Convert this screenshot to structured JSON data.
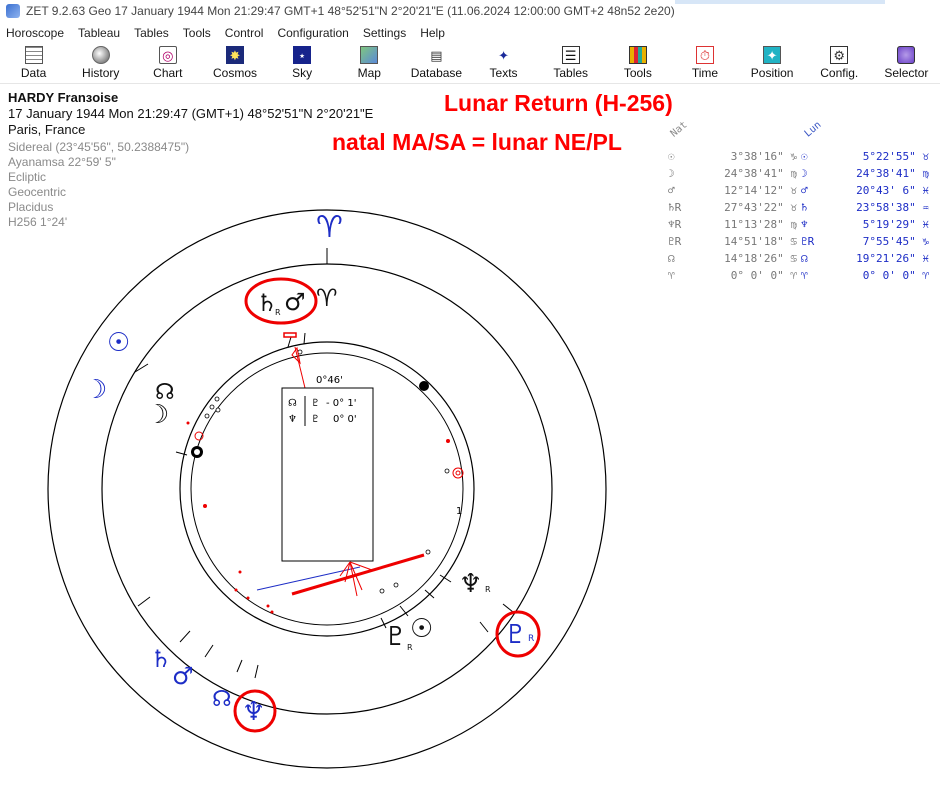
{
  "window": {
    "title": "ZET 9.2.63 Geo    17 January 1944  Mon  21:29:47 GMT+1 48°52'51\"N  2°20'21\"E  (11.06.2024  12:00:00 GMT+2 48n52 2e20)"
  },
  "menu": [
    "Horoscope",
    "Tableau",
    "Tables",
    "Tools",
    "Control",
    "Configuration",
    "Settings",
    "Help"
  ],
  "toolbar": [
    {
      "label": "Data",
      "icon": "data-grid-icon"
    },
    {
      "label": "History",
      "icon": "history-icon"
    },
    {
      "label": "Chart",
      "icon": "chart-wheel-icon"
    },
    {
      "label": "Cosmos",
      "icon": "cosmos-icon"
    },
    {
      "label": "Sky",
      "icon": "sky-icon"
    },
    {
      "label": "Map",
      "icon": "map-icon"
    },
    {
      "label": "Database",
      "icon": "database-icon"
    },
    {
      "label": "Texts",
      "icon": "texts-icon"
    },
    {
      "label": "Tables",
      "icon": "tables-icon"
    },
    {
      "label": "Tools",
      "icon": "tools-icon"
    },
    {
      "label": "Time",
      "icon": "time-icon"
    },
    {
      "label": "Position",
      "icon": "position-icon"
    },
    {
      "label": "Config.",
      "icon": "config-icon"
    },
    {
      "label": "Selector",
      "icon": "selector-icon"
    }
  ],
  "info": {
    "name": "HARDY Franзoise",
    "datetime": "17 January 1944  Mon  21:29:47 (GMT+1) 48°52'51\"N  2°20'21\"E",
    "place": "Paris, France",
    "settings": [
      "Sidereal (23°45'56\", 50.2388475\")",
      "Ayanamsa 22°59' 5\"",
      "Ecliptic",
      "Geocentric",
      "Placidus",
      "H256   1°24'"
    ]
  },
  "annotations": {
    "line1": "Lunar Return (H-256)",
    "line2": "natal MA/SA = lunar NE/PL"
  },
  "positions": {
    "natal_header": "Nat",
    "lunar_header": "Lun",
    "rows": [
      {
        "natal_symbol": "☉",
        "natal_value": "3°38'16\" ♑",
        "lunar_symbol": "☉",
        "lunar_value": "5°22'55\" ♉"
      },
      {
        "natal_symbol": "☽",
        "natal_value": "24°38'41\" ♍",
        "lunar_symbol": "☽",
        "lunar_value": "24°38'41\" ♍"
      },
      {
        "natal_symbol": "♂",
        "natal_value": "12°14'12\" ♉",
        "lunar_symbol": "♂",
        "lunar_value": "20°43' 6\" ♓"
      },
      {
        "natal_symbol": "♄R",
        "natal_value": "27°43'22\" ♉",
        "lunar_symbol": "♄",
        "lunar_value": "23°58'38\" ♒"
      },
      {
        "natal_symbol": "♆R",
        "natal_value": "11°13'28\" ♍",
        "lunar_symbol": "♆",
        "lunar_value": "5°19'29\" ♓"
      },
      {
        "natal_symbol": "♇R",
        "natal_value": "14°51'18\" ♋",
        "lunar_symbol": "♇R",
        "lunar_value": "7°55'45\" ♑"
      },
      {
        "natal_symbol": "☊",
        "natal_value": "14°18'26\" ♋",
        "lunar_symbol": "☊",
        "lunar_value": "19°21'26\" ♓"
      },
      {
        "natal_symbol": "♈",
        "natal_value": "0° 0' 0\" ♈",
        "lunar_symbol": "♈",
        "lunar_value": "0° 0' 0\" ♈"
      }
    ]
  },
  "chart": {
    "aries_marker": "♈",
    "midpoint_box": {
      "arc_label": "0°46'",
      "rows": [
        {
          "left": "☊",
          "right": "♇",
          "value": "- 0° 1'"
        },
        {
          "left": "♆",
          "right": "♇",
          "value": "0° 0'"
        }
      ]
    },
    "outer_glyphs": [
      {
        "symbol": "☉",
        "color": "#1d2dc6",
        "name": "lunar-sun"
      },
      {
        "symbol": "☽",
        "color": "#1d2dc6",
        "name": "lunar-moon"
      },
      {
        "symbol": "♄",
        "color": "#1d2dc6",
        "name": "lunar-saturn"
      },
      {
        "symbol": "♂",
        "color": "#1d2dc6",
        "name": "lunar-mars"
      },
      {
        "symbol": "☊",
        "color": "#1d2dc6",
        "name": "lunar-node"
      },
      {
        "symbol": "♆",
        "color": "#1d2dc6",
        "name": "lunar-neptune"
      },
      {
        "symbol": "♇",
        "color": "#1d2dc6",
        "name": "lunar-pluto"
      }
    ],
    "inner_glyphs": [
      {
        "symbol": "♄",
        "color": "#111111",
        "name": "natal-saturn"
      },
      {
        "symbol": "♂",
        "color": "#111111",
        "name": "natal-mars"
      },
      {
        "symbol": "♈",
        "color": "#111111",
        "name": "natal-aries"
      },
      {
        "symbol": "☊",
        "color": "#111111",
        "name": "natal-node"
      },
      {
        "symbol": "☽",
        "color": "#111111",
        "name": "natal-moon"
      },
      {
        "symbol": "♆",
        "color": "#111111",
        "name": "natal-neptune"
      },
      {
        "symbol": "♇",
        "color": "#111111",
        "name": "natal-pluto"
      },
      {
        "symbol": "☉",
        "color": "#111111",
        "name": "natal-sun"
      }
    ],
    "retro_mark": "R",
    "house_number": "1",
    "highlight_color": "#ff0000"
  }
}
